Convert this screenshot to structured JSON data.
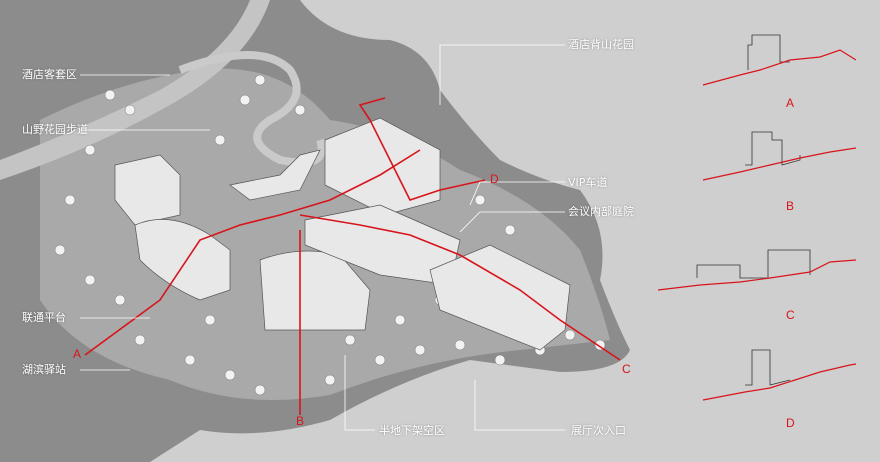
{
  "labels": {
    "hotel_back_garden": "酒店背山花园",
    "hotel_guest_area": "酒店客套区",
    "mountain_trail": "山野花园步道",
    "vip_driveway": "VIP车道",
    "meeting_courtyard": "会议内部庭院",
    "connecting_platform": "联通平台",
    "lakeside_station": "湖滨驿站",
    "semi_underground": "半地下架空区",
    "exhibition_entrance": "展厅次入口"
  },
  "section_marks": {
    "a": "A",
    "b": "B",
    "c": "C",
    "d": "D"
  },
  "section_titles": {
    "a": "A",
    "b": "B",
    "c": "C",
    "d": "D"
  },
  "colors": {
    "background": "#cfcfcf",
    "section_line": "#d8141b",
    "callout_text": "#ffffff",
    "terrain": "#8e8e8e",
    "building": "#e8e8e8"
  }
}
